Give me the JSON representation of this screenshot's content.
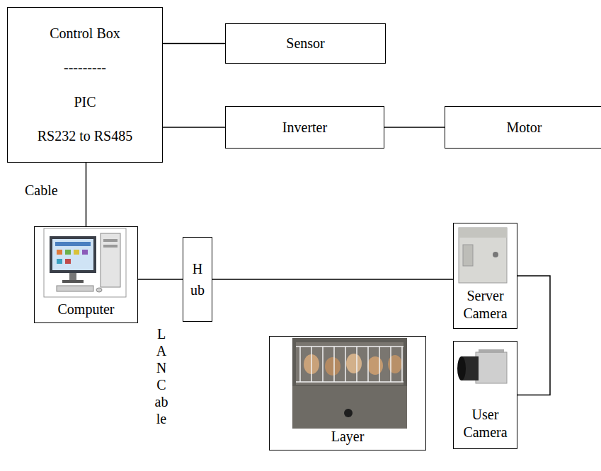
{
  "diagram": {
    "nodes": [
      {
        "text": [
          "Control Box",
          "---------",
          "PIC",
          "RS232 to RS485"
        ]
      },
      {
        "text": [
          "Sensor"
        ]
      },
      {
        "text": [
          "Inverter"
        ]
      },
      {
        "text": [
          "Motor"
        ]
      },
      {
        "text": [
          "Computer"
        ]
      },
      {
        "text": [
          "Hub"
        ]
      },
      {
        "text": [
          "Server Camera"
        ]
      },
      {
        "text": [
          "User Camera"
        ]
      },
      {
        "text": [
          "Layer"
        ]
      }
    ],
    "edges": [
      {
        "from": 0,
        "to": 1,
        "arrow": "none"
      },
      {
        "from": 0,
        "to": 2,
        "arrow": "none"
      },
      {
        "from": 2,
        "to": 3,
        "arrow": "none"
      },
      {
        "from": 0,
        "to": 4,
        "label": "Cable",
        "arrow": "none"
      },
      {
        "from": 4,
        "to": 5,
        "label": "LAN Cable",
        "arrow": "none"
      },
      {
        "from": 5,
        "to": 6,
        "arrow": "none"
      },
      {
        "from": 6,
        "to": 7,
        "arrow": "none"
      }
    ]
  }
}
